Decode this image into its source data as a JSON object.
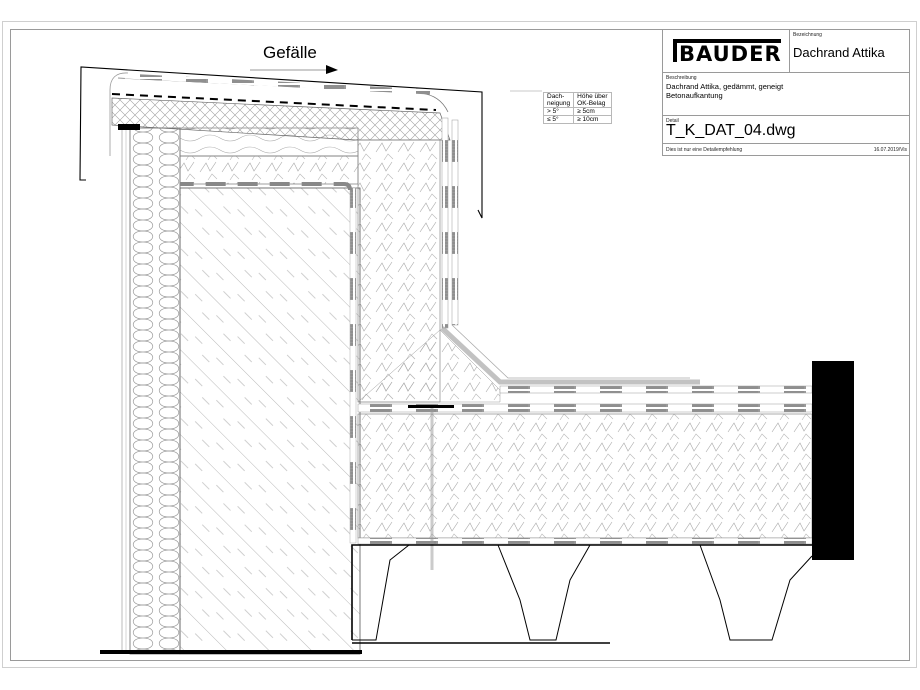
{
  "title_block": {
    "brand": "BAUDER",
    "bezeichnung_label": "Bezeichnung",
    "bezeichnung_value": "Dachrand Attika",
    "beschreibung_label": "Beschreibung",
    "beschreibung_line1": "Dachrand Attika, gedämmt, geneigt",
    "beschreibung_line2": "Betonaufkantung",
    "detail_label": "Detail",
    "detail_value": "T_K_DAT_04.dwg",
    "disclaimer": "Dies ist nur eine Detailempfehlung",
    "date_author": "16.07.2019/Vis"
  },
  "slope_label": "Gefälle",
  "slope_table": {
    "headers": [
      "Dach-\nneigung",
      "Höhe über\nOK-Belag"
    ],
    "rows": [
      [
        "> 5°",
        "≥ 5cm"
      ],
      [
        "≤ 5°",
        "≥ 10cm"
      ]
    ]
  },
  "drawing": {
    "type": "construction cross-section",
    "elements": [
      "coping-cap",
      "thermal-insulation",
      "concrete-upstand",
      "mineral-wool",
      "roof-insulation",
      "bitumen-membranes",
      "trapezoidal-steel-deck",
      "adjacent-wall"
    ],
    "colors": {
      "line": "#000000",
      "hatch": "#8a8a8a",
      "membrane_band": "#8c8c8c"
    }
  }
}
